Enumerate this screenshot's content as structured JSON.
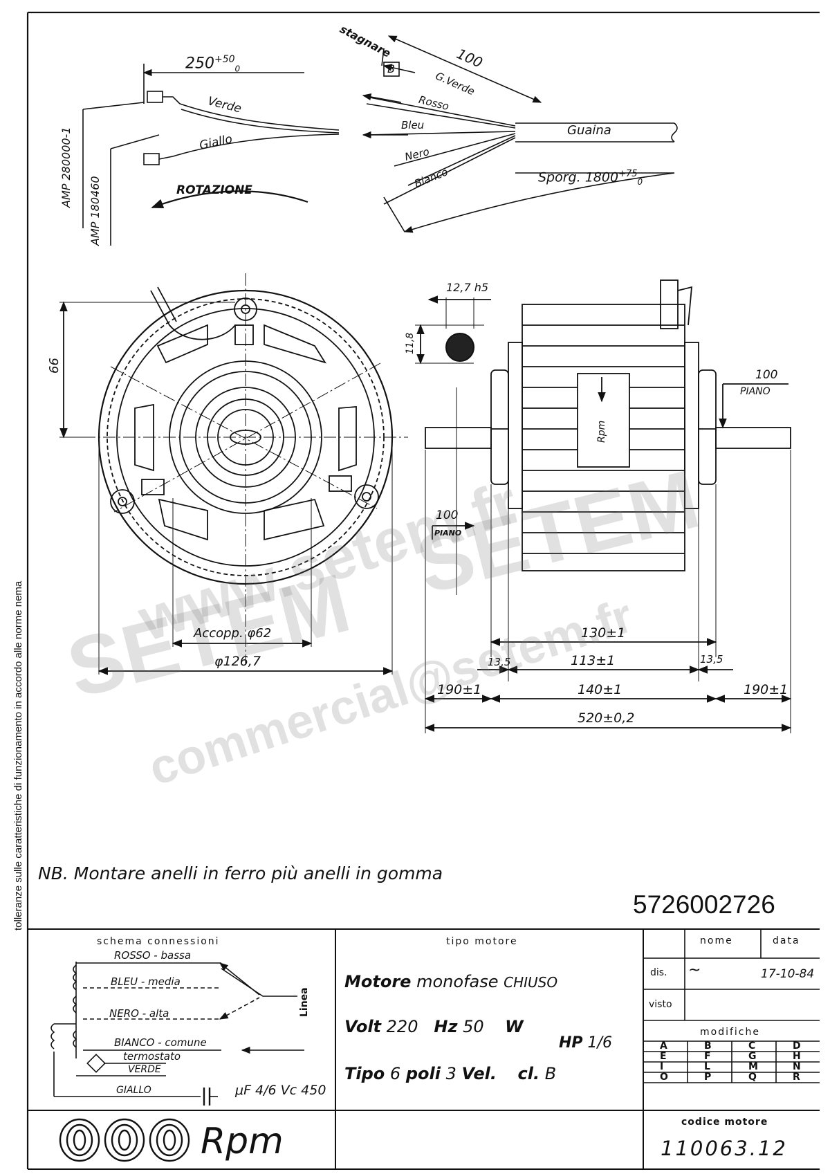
{
  "wiring": {
    "dim_lead": "250",
    "dim_lead_tol": "+50",
    "dim_lead_tol_low": "0",
    "amp_1": "AMP 280000-1",
    "amp_2": "AMP 180460",
    "wire_verde": "Verde",
    "wire_giallo": "Giallo",
    "rotation": "ROTAZIONE",
    "stagnare": "stagnare",
    "stagnare_ref": "B",
    "dim_100": "100",
    "g_verde": "G.Verde",
    "rosso": "Rosso",
    "bleu": "Bleu",
    "nero": "Nero",
    "bianco": "Bianco",
    "guaina": "Guaina",
    "sporg": "Sporg. 1800",
    "sporg_tol": "+75",
    "sporg_tol_low": "0"
  },
  "front_view": {
    "dim_66": "66",
    "accopp": "Accopp. φ62",
    "diameter": "φ126,7",
    "dim_100": "100",
    "piano": "PIANO"
  },
  "side_view": {
    "shaft": "12,7 h5",
    "flat": "11,8",
    "dim_100": "100",
    "piano": "PIANO",
    "body_label": "Rpm",
    "d_130": "130±1",
    "d_135_left": "13,5",
    "d_113": "113±1",
    "d_135_right": "13,5",
    "d_190_left": "190±1",
    "d_140": "140±1",
    "d_190_right": "190±1",
    "d_520": "520±0,2"
  },
  "watermark": {
    "line1": "www.setem.fr",
    "line2": "SETEM",
    "line3": "SETEM",
    "line4": "commercial@setem.fr"
  },
  "side_note": "tolleranze sulle caratteristiche di funzionamento in accordo alle norme nema",
  "note": "NB. Montare anelli in ferro più anelli in gomma",
  "drawing_number": "5726002726",
  "schema": {
    "title": "schema connessioni",
    "rosso": "ROSSO - bassa",
    "bleu": "BLEU - media",
    "nero": "NERO - alta",
    "bianco": "BIANCO - comune",
    "termostato": "termostato",
    "verde": "VERDE",
    "giallo": "GIALLO",
    "linea": "Linea",
    "cap": "μF 4/6  Vc 450"
  },
  "motor": {
    "header": "tipo motore",
    "motore_label": "Motore",
    "motore_value": "monofase",
    "motore_type": "CHIUSO",
    "volt_label": "Volt",
    "volt_value": "220",
    "hz_label": "Hz",
    "hz_value": "50",
    "w_label": "W",
    "hp_label": "HP",
    "hp_value": "1/6",
    "tipo_label": "Tipo",
    "poli_value": "6",
    "poli_label": "poli",
    "vel_value": "3",
    "vel_label": "Vel.",
    "cl_label": "cl.",
    "cl_value": "B"
  },
  "titleblock": {
    "nome": "nome",
    "data": "data",
    "dis": "dis.",
    "date_value": "17-10-84",
    "visto": "visto",
    "modifiche": "modifiche",
    "letters": [
      "A",
      "B",
      "C",
      "D",
      "E",
      "F",
      "G",
      "H",
      "I",
      "L",
      "M",
      "N",
      "O",
      "P",
      "Q",
      "R"
    ],
    "codice_label": "codice motore",
    "codice_value": "110063.12",
    "logo_text": "Rpm"
  }
}
